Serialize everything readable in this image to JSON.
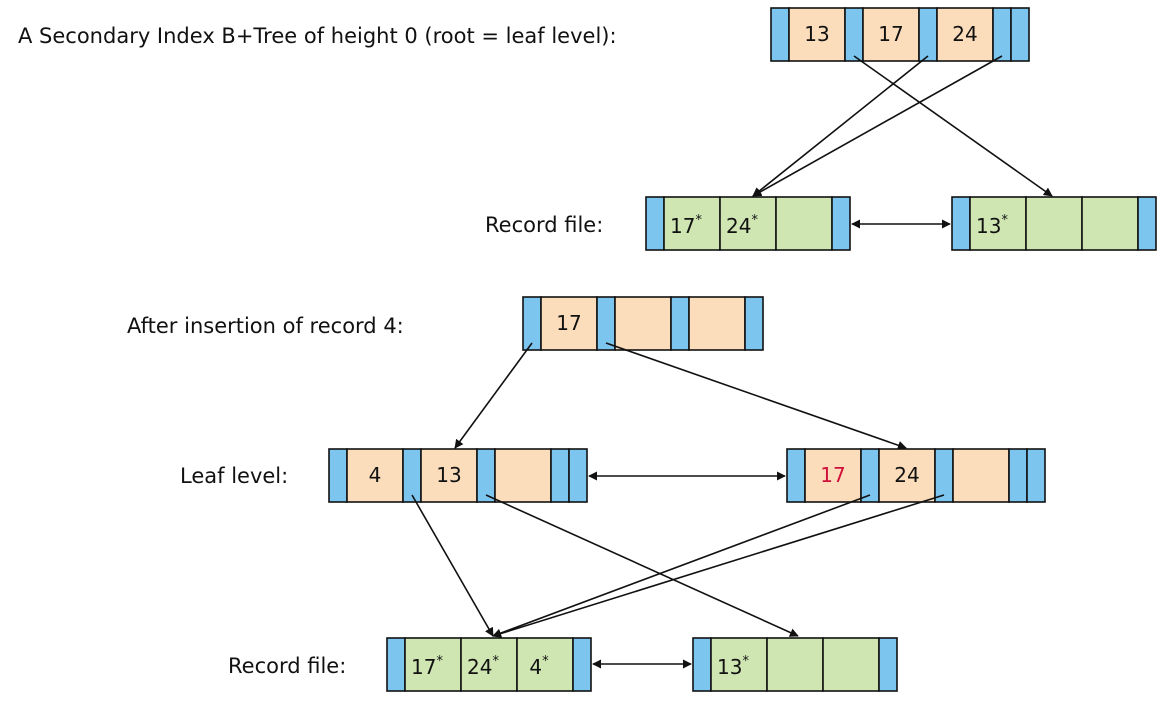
{
  "headings": {
    "top_title": "A Secondary Index B+Tree of height 0 (root = leaf level):",
    "record_file_top": "Record file:",
    "after_insertion": "After insertion of record 4:",
    "leaf_level": "Leaf level:",
    "record_file_bottom": "Record file:"
  },
  "colors": {
    "pointer": "#7cc5ee",
    "key": "#fbdcbb",
    "record": "#cfe6b3",
    "highlight": "#d0103a",
    "line": "#111111"
  },
  "diagram1": {
    "root": {
      "keys": [
        "13",
        "17",
        "24"
      ]
    },
    "pages": [
      {
        "records": [
          {
            "key": "17",
            "mark": "*"
          },
          {
            "key": "24",
            "mark": "*"
          },
          {
            "key": "",
            "mark": ""
          }
        ]
      },
      {
        "records": [
          {
            "key": "13",
            "mark": "*"
          },
          {
            "key": "",
            "mark": ""
          },
          {
            "key": "",
            "mark": ""
          }
        ]
      }
    ]
  },
  "diagram2": {
    "root": {
      "keys": [
        "17",
        "",
        ""
      ]
    },
    "leaves": [
      {
        "keys": [
          "4",
          "13",
          ""
        ]
      },
      {
        "keys": [
          "17",
          "24",
          ""
        ],
        "highlight_key": "17"
      }
    ],
    "pages": [
      {
        "records": [
          {
            "key": "17",
            "mark": "*"
          },
          {
            "key": "24",
            "mark": "*"
          },
          {
            "key": "4",
            "mark": "*"
          }
        ]
      },
      {
        "records": [
          {
            "key": "13",
            "mark": "*"
          },
          {
            "key": "",
            "mark": ""
          },
          {
            "key": "",
            "mark": ""
          }
        ]
      }
    ]
  }
}
